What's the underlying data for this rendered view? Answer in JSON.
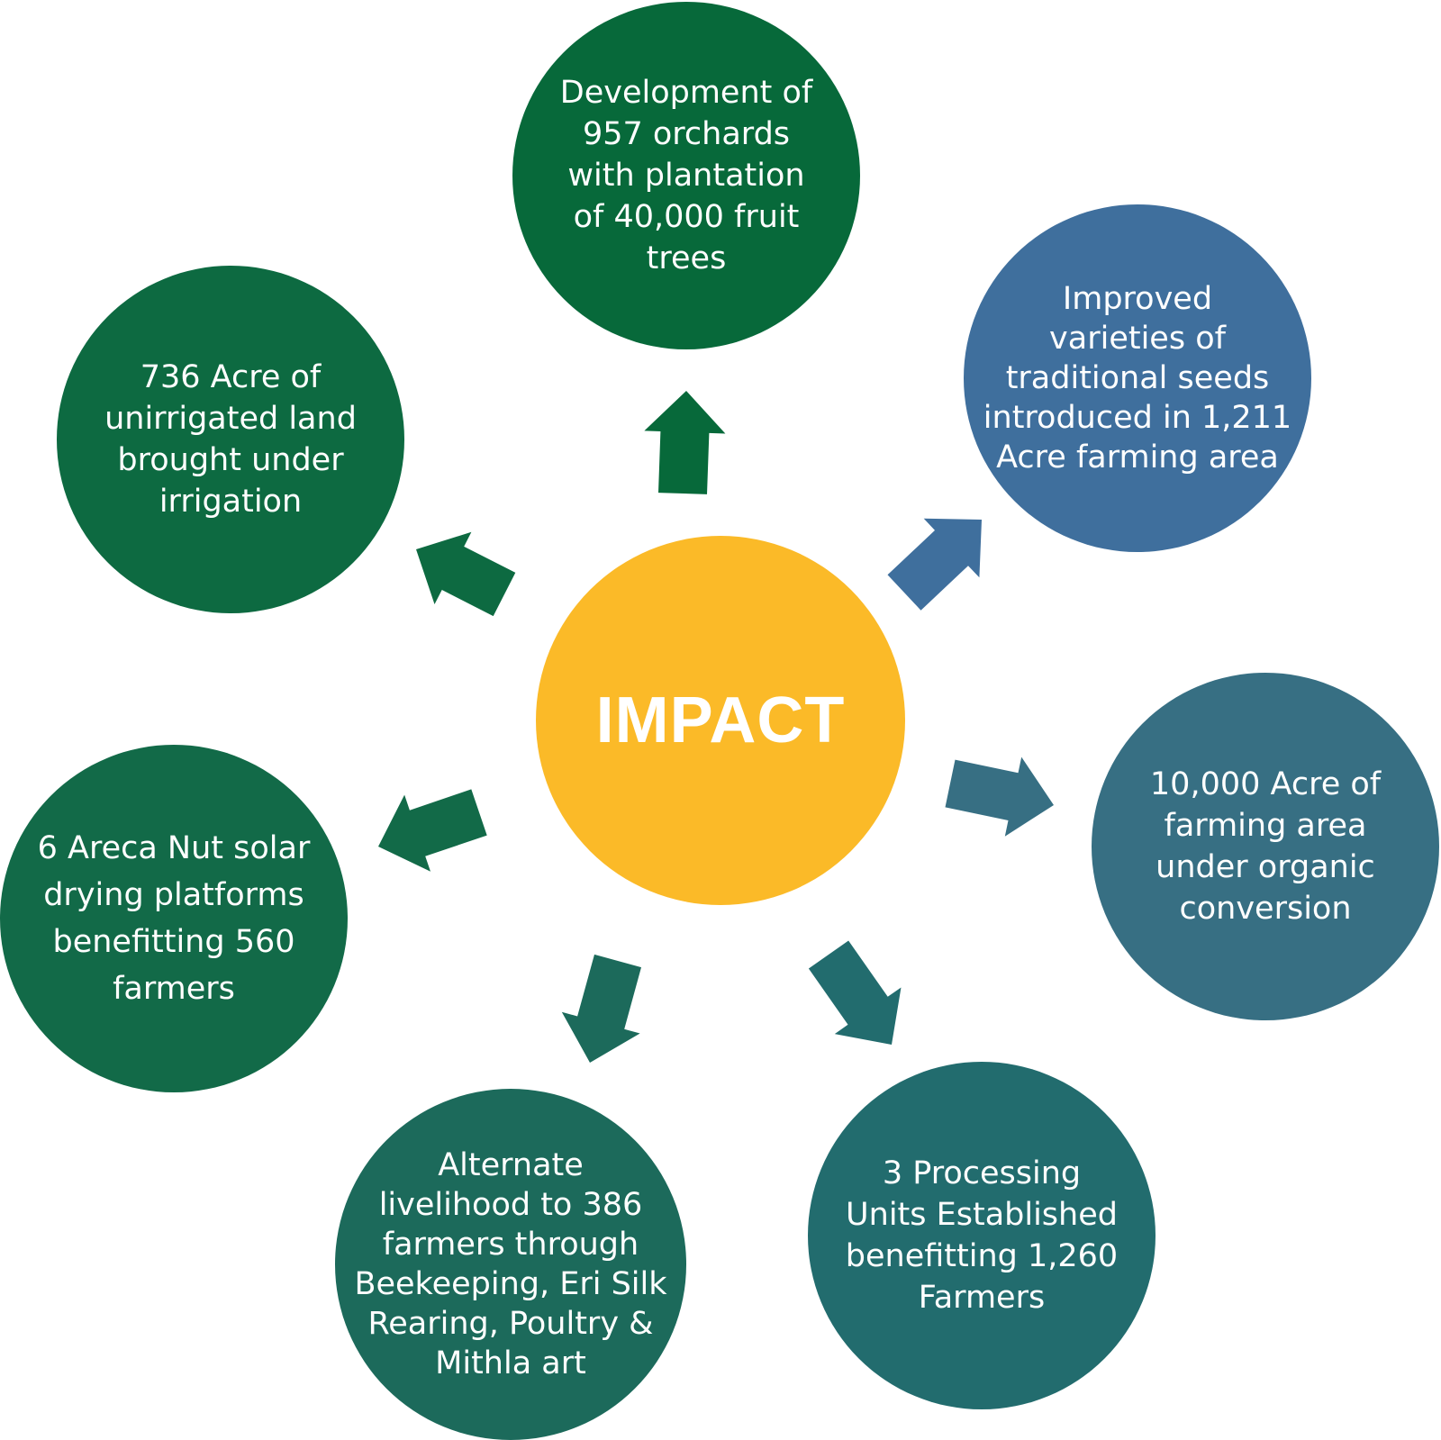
{
  "center": {
    "label": "IMPACT",
    "color": "#FBBA28"
  },
  "nodes": [
    {
      "id": "orchards",
      "lines": [
        "Development of",
        "957 orchards",
        "with plantation",
        "of 40,000 fruit",
        "trees"
      ],
      "color": "#07693A"
    },
    {
      "id": "seeds",
      "lines": [
        "Improved",
        "varieties of",
        "traditional seeds",
        "introduced in 1,211",
        "Acre farming area"
      ],
      "color": "#3F6F9D"
    },
    {
      "id": "organic",
      "lines": [
        "10,000 Acre of",
        "farming area",
        "under organic",
        "conversion"
      ],
      "color": "#376F83"
    },
    {
      "id": "processing",
      "lines": [
        "3 Processing",
        "Units Established",
        "benefitting 1,260",
        "Farmers"
      ],
      "color": "#226C6E"
    },
    {
      "id": "livelihood",
      "lines": [
        "Alternate",
        "livelihood to 386",
        "farmers through",
        "Beekeeping, Eri Silk",
        "Rearing, Poultry &",
        "Mithla art"
      ],
      "color": "#1C6A5B"
    },
    {
      "id": "areca",
      "lines": [
        "6 Areca Nut solar",
        "drying platforms",
        "benefitting 560",
        "farmers"
      ],
      "color": "#126A48"
    },
    {
      "id": "irrigation",
      "lines": [
        "736 Acre of",
        "unirrigated land",
        "brought under",
        "irrigation"
      ],
      "color": "#0D6A41"
    }
  ]
}
